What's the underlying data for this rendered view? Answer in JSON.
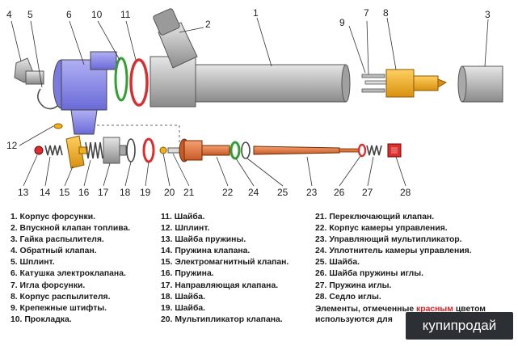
{
  "callouts": [
    "1",
    "2",
    "3",
    "4",
    "5",
    "6",
    "7",
    "8",
    "9",
    "10",
    "11",
    "12",
    "13",
    "14",
    "15",
    "16",
    "17",
    "18",
    "19",
    "20",
    "21",
    "22",
    "23",
    "24",
    "25",
    "26",
    "27",
    "28"
  ],
  "legend": {
    "col1": [
      "1. Корпус форсунки.",
      "2. Впускной клапан топлива.",
      "3. Гайка распылителя.",
      "4. Обратный клапан.",
      "5. Шплинт.",
      "6. Катушка электроклапана.",
      "7. Игла форсунки.",
      "8. Корпус распылителя.",
      "9. Крепежные штифты.",
      "10. Прокладка."
    ],
    "col2": [
      "11. Шайба.",
      "12. Шплинт.",
      "13. Шайба пружины.",
      "14. Пружина клапана.",
      "15. Электромагнитный клапан.",
      "16. Пружина.",
      "17. Направляющая клапана.",
      "18. Шайба.",
      "19. Шайба.",
      "20. Мультипликатор клапана."
    ],
    "col3": [
      "21. Переключающий клапан.",
      "22. Корпус камеры управления.",
      "23. Управляющий мультипликатор.",
      "24. Уплотнитель камеры управления.",
      "25. Шайба.",
      "26. Шайба пружины иглы.",
      "27. Пружина иглы.",
      "28. Седло иглы."
    ]
  },
  "note": {
    "before": "Элементы, отмеченные ",
    "red_word": "красным",
    "after": " цветом используются для"
  },
  "watermark": "купипродай",
  "colors": {
    "body_gray": "#b8b8b8",
    "coil_blue": "#8e8ee8",
    "nozzle_yellow": "#f0b020",
    "seal_red": "#d83030",
    "seal_green": "#30a030",
    "rod_orange": "#e07840",
    "note_red": "#e02020"
  }
}
